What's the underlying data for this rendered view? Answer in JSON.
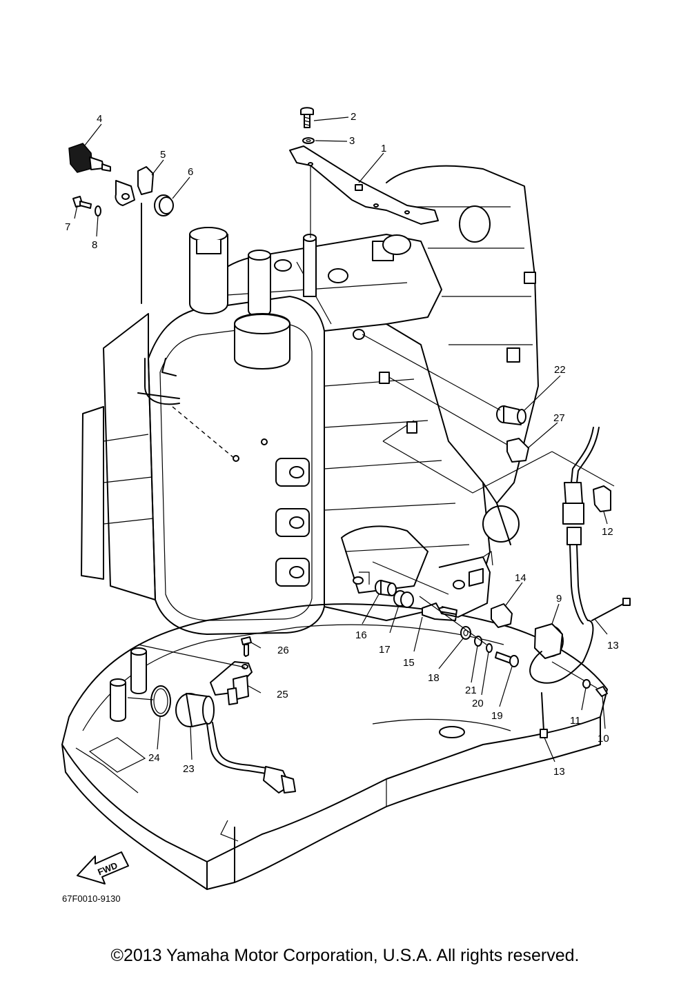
{
  "diagram_code": "67F0010-9130",
  "fwd_arrow_text": "FWD",
  "copyright": "©2013 Yamaha Motor Corporation, U.S.A. All rights reserved.",
  "part_labels": [
    {
      "id": "p1",
      "text": "1"
    },
    {
      "id": "p2",
      "text": "2"
    },
    {
      "id": "p3",
      "text": "3"
    },
    {
      "id": "p4",
      "text": "4"
    },
    {
      "id": "p5",
      "text": "5"
    },
    {
      "id": "p6",
      "text": "6"
    },
    {
      "id": "p7",
      "text": "7"
    },
    {
      "id": "p8",
      "text": "8"
    },
    {
      "id": "p9",
      "text": "9"
    },
    {
      "id": "p10",
      "text": "10"
    },
    {
      "id": "p11",
      "text": "11"
    },
    {
      "id": "p12",
      "text": "12"
    },
    {
      "id": "p13a",
      "text": "13"
    },
    {
      "id": "p13b",
      "text": "13"
    },
    {
      "id": "p14",
      "text": "14"
    },
    {
      "id": "p15",
      "text": "15"
    },
    {
      "id": "p16",
      "text": "16"
    },
    {
      "id": "p17",
      "text": "17"
    },
    {
      "id": "p18",
      "text": "18"
    },
    {
      "id": "p19",
      "text": "19"
    },
    {
      "id": "p20",
      "text": "20"
    },
    {
      "id": "p21",
      "text": "21"
    },
    {
      "id": "p22",
      "text": "22"
    },
    {
      "id": "p23",
      "text": "23"
    },
    {
      "id": "p24",
      "text": "24"
    },
    {
      "id": "p25",
      "text": "25"
    },
    {
      "id": "p26",
      "text": "26"
    },
    {
      "id": "p27",
      "text": "27"
    }
  ]
}
